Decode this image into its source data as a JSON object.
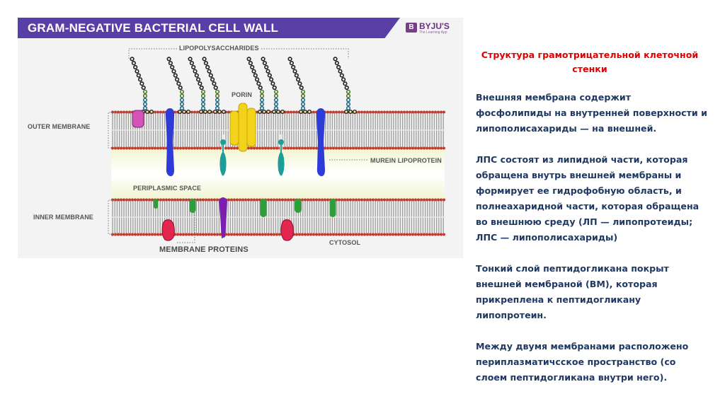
{
  "figure": {
    "title": "GRAM-NEGATIVE BACTERIAL CELL WALL",
    "logo": {
      "mark": "B",
      "name": "BYJU'S",
      "tagline": "The Learning App"
    },
    "labels": {
      "lipopolysaccharides": "LIPOPOLYSACCHARIDES",
      "porin": "PORIN",
      "outer_membrane": "OUTER MEMBRANE",
      "murein_lipoprotein": "MUREIN LIPOPROTEIN",
      "periplasmic_space": "PERIPLASMIC SPACE",
      "inner_membrane": "INNER MEMBRANE",
      "membrane_proteins": "MEMBRANE PROTEINS",
      "cytosol": "CYTOSOL"
    },
    "colors": {
      "header": "#5a3ea8",
      "lipid_head": "#c0392b",
      "porin": "#f2d21b",
      "murein_lipoprotein": "#2f3bd6",
      "teal_protein": "#1f9e97",
      "green_protein": "#2e9e3a",
      "purple_protein": "#7a1fb0",
      "red_protein": "#e3264e",
      "pink_protein": "#d552b8",
      "periplasm": "#f2f5d0"
    }
  },
  "text": {
    "title": "Структура грамотрицательной клеточной стенки",
    "paragraphs": [
      "Внешняя мембрана содержит\nфосфолипиды на внутренней поверхности и\nлипополисахариды — на внешней.",
      "ЛПС состоят из липидной части, которая\nобращена внутрь внешней мембраны и\nформирует ее гидрофобную область, и\nполнеахаридной части, которая обращена\nво внешнюю среду (ЛП — липопротеиды;\nЛПС — липополисахариды)",
      " Тонкий слой пептидогликана покрыт\nвнешней мембраной (ВМ), которая\nприкреплена к пептидогликану\nлипопротеин.",
      "Между двумя мембранами расположено\nпериплазматичсское пространство (со\nслоем пептидогликана внутри него)."
    ]
  }
}
